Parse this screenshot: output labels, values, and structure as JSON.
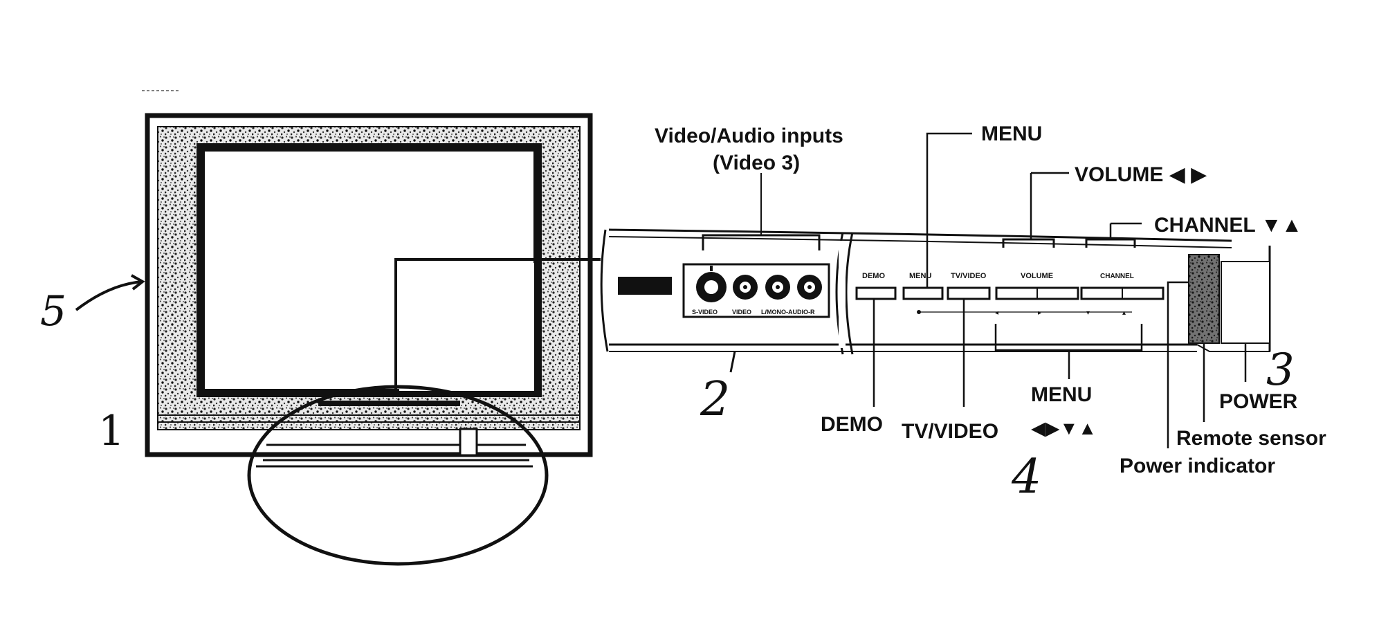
{
  "labels": {
    "video_audio_inputs_line1": "Video/Audio inputs",
    "video_audio_inputs_line2": "(Video 3)",
    "menu_top": "MENU",
    "volume": "VOLUME ◀ ▶",
    "channel": "CHANNEL ▼▲",
    "menu_bottom": "MENU",
    "demo": "DEMO",
    "tv_video": "TV/VIDEO",
    "arrows": "◀▶▼▲",
    "power": "POWER",
    "remote_sensor": "Remote sensor",
    "power_indicator": "Power indicator"
  },
  "panel": {
    "buttons": [
      "DEMO",
      "MENU",
      "TV/VIDEO",
      "VOLUME",
      "CHANNEL"
    ],
    "jacks": [
      "S-VIDEO",
      "VIDEO",
      "L/MONO-AUDIO-R"
    ]
  },
  "handwritten_numbers": {
    "tv": "1",
    "panel": "2",
    "power": "3",
    "buttons": "4",
    "screen": "5"
  }
}
